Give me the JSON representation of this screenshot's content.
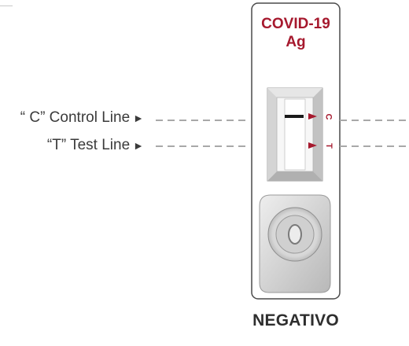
{
  "device": {
    "brand": "COVID-19",
    "brand_sub": "Ag",
    "result": "NEGATIVO",
    "cap_letters": [
      "C",
      "T"
    ]
  },
  "callouts": {
    "control": "“ C” Control Line",
    "test": "“T” Test Line"
  },
  "colors": {
    "brand": "#a6192e",
    "text": "#3b3b3b",
    "dash": "#a8a8a8",
    "control_band": "#1a1a1a"
  }
}
